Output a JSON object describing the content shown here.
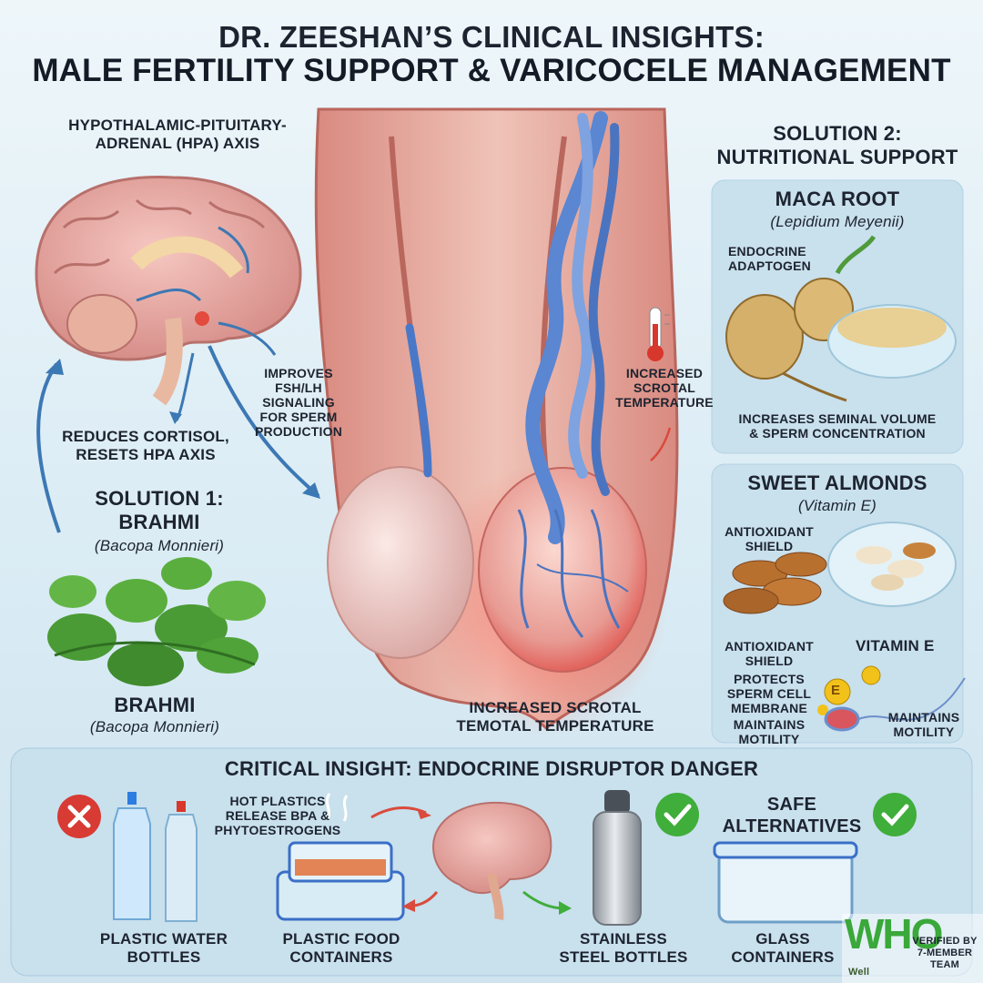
{
  "header": {
    "line1": "DR. ZEESHAN’S CLINICAL INSIGHTS:",
    "line2": "MALE FERTILITY SUPPORT & VARICOCELE MANAGEMENT"
  },
  "left": {
    "hpa_label_1": "HYPOTHALAMIC-PITUITARY-",
    "hpa_label_2": "ADRENAL (HPA) AXIS",
    "fsh_1": "IMPROVES",
    "fsh_2": "FSH/LH",
    "fsh_3": "SIGNALING",
    "fsh_4": "FOR SPERM",
    "fsh_5": "PRODUCTION",
    "cortisol_1": "REDUCES CORTISOL,",
    "cortisol_2": "RESETS HPA AXIS",
    "solution1_1": "SOLUTION 1:",
    "solution1_2": "BRAHMI",
    "solution1_sci": "(Bacopa Monnieri)",
    "plant_name": "BRAHMI",
    "plant_sci": "(Bacopa Monnieri)"
  },
  "center": {
    "temp_1": "INCREASED",
    "temp_2": "SCROTAL",
    "temp_3": "TEMPERATURE",
    "temp_bottom_1": "INCREASED SCROTAL",
    "temp_bottom_2": "TEMOTAL TEMPERATURE"
  },
  "right": {
    "solution2_1": "SOLUTION 2:",
    "solution2_2": "NUTRITIONAL SUPPORT",
    "maca_title": "MACA ROOT",
    "maca_sci": "(Lepidium Meyenii)",
    "maca_tag_1": "ENDOCRINE",
    "maca_tag_2": "ADAPTOGEN",
    "maca_benefit_1": "INCREASES SEMINAL VOLUME",
    "maca_benefit_2": "& SPERM CONCENTRATION",
    "almond_title": "SWEET ALMONDS",
    "almond_sub": "(Vitamin E)",
    "almond_tag_1": "ANTIOXIDANT",
    "almond_tag_2": "SHIELD",
    "ao2_1": "ANTIOXIDANT",
    "ao2_2": "SHIELD",
    "vitamin_e": "VITAMIN E",
    "protects_1": "PROTECTS",
    "protects_2": "SPERM CELL",
    "protects_3": "MEMBRANE",
    "maint_a_1": "MAINTAINS",
    "maint_a_2": "MOTILITY",
    "maint_b_1": "MAINTAINS",
    "maint_b_2": "MOTILITY",
    "e_letter": "E"
  },
  "bottom": {
    "title": "CRITICAL INSIGHT: ENDOCRINE DISRUPTOR DANGER",
    "hot_1": "HOT PLASTICS",
    "hot_2": "RELEASE BPA &",
    "hot_3": "PHYTOESTROGENS",
    "bottles_1": "PLASTIC WATER",
    "bottles_2": "BOTTLES",
    "food_1": "PLASTIC FOOD",
    "food_2": "CONTAINERS",
    "steel_1": "STAINLESS",
    "steel_2": "STEEL BOTTLES",
    "safe_1": "SAFE",
    "safe_2": "ALTERNATIVES",
    "glass_1": "GLASS",
    "glass_2": "CONTAINERS"
  },
  "watermark": {
    "logo": "WHO",
    "line1": "VERIFIED BY",
    "line2": "7-MEMBER TEAM",
    "footer": "Well"
  },
  "colors": {
    "arrow_blue": "#3c78b4",
    "arrow_red": "#d94b3c",
    "check_green": "#3fae3a",
    "cross_red": "#d83a34",
    "panel": "#c7dfec"
  }
}
